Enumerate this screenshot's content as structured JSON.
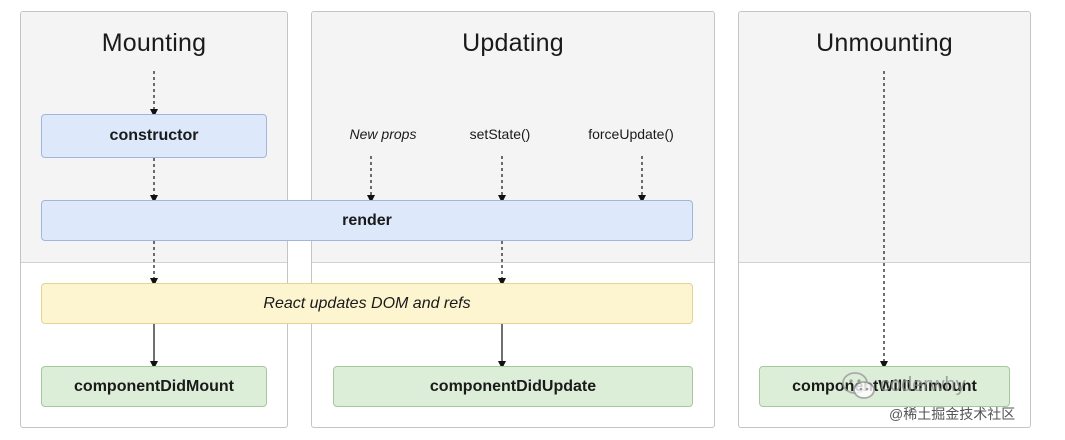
{
  "columns": {
    "mounting": {
      "title": "Mounting"
    },
    "updating": {
      "title": "Updating"
    },
    "unmounting": {
      "title": "Unmounting"
    }
  },
  "nodes": {
    "constructor": "constructor",
    "render": "render",
    "react_updates": "React updates DOM and refs",
    "did_mount": "componentDidMount",
    "did_update": "componentDidUpdate",
    "will_unmount": "componentWillUnmount"
  },
  "triggers": {
    "new_props": "New props",
    "set_state": "setState()",
    "force_update": "forceUpdate()"
  },
  "watermark": {
    "handle": "coderwhy",
    "site": "@稀土掘金技术社区"
  },
  "colors": {
    "phase_bg": "#f4f4f4",
    "blue_box": "#dde8fb",
    "yellow_box": "#fdf5cf",
    "green_box": "#dcedd8"
  }
}
